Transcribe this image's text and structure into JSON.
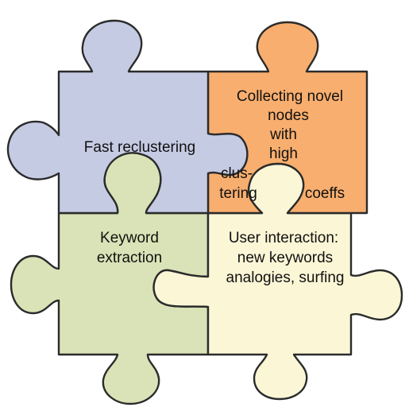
{
  "pieces": {
    "top_left": {
      "lines": [
        "Fast reclustering"
      ],
      "color": "#c5cbe3"
    },
    "top_right": {
      "lines": [
        "Collecting novel",
        "nodes",
        "with",
        "high"
      ],
      "extra": {
        "left": [
          "clus-",
          "tering"
        ],
        "right": [
          "coeffs"
        ]
      },
      "color": "#f8ae6e"
    },
    "bottom_left": {
      "lines": [
        "Keyword",
        "extraction"
      ],
      "color": "#d9e3b7"
    },
    "bottom_right": {
      "lines": [
        "User interaction:",
        "new keywords",
        "analogies, surfing"
      ],
      "color": "#fbf6d6"
    }
  }
}
